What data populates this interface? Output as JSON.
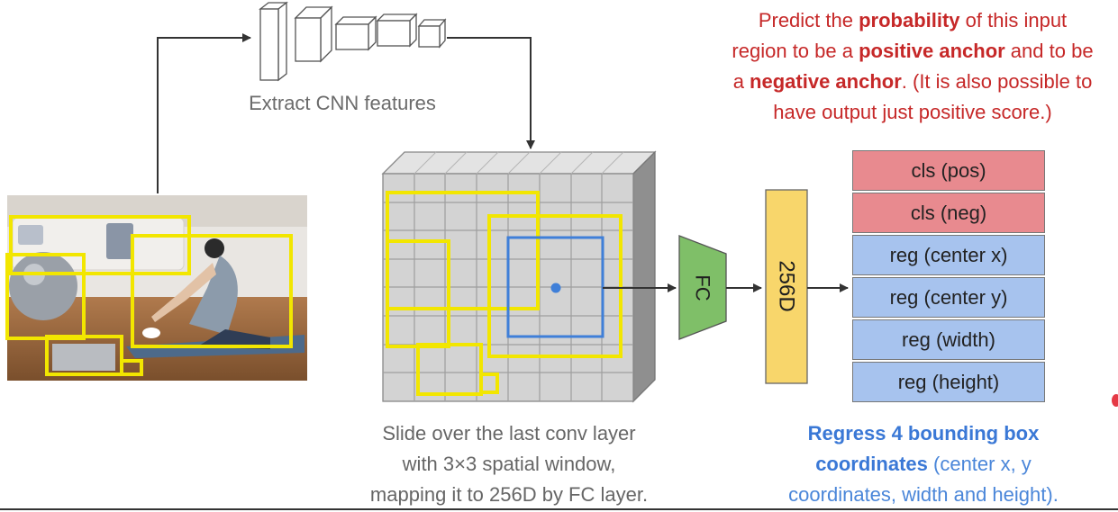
{
  "captions": {
    "extract": "Extract CNN features",
    "slide": [
      "Slide over the last conv layer",
      "with 3×3 spatial window,",
      "mapping it to 256D by FC layer."
    ]
  },
  "predict": {
    "line1_a": "Predict the ",
    "line1_b": "probability",
    "line1_c": " of this input",
    "line2_a": "region to be a ",
    "line2_b": "positive anchor",
    "line2_c": " and to be",
    "line3_a": "a ",
    "line3_b": "negative anchor",
    "line3_c": ". (It is also possible to",
    "line4": "have output just positive score.)"
  },
  "regress": {
    "line1_b": "Regress 4 bounding box",
    "line2_b": "coordinates",
    "line2_c": " (center x, y",
    "line3": "coordinates, width and height)."
  },
  "fc_label": "FC",
  "vector_label": "256D",
  "outputs": [
    {
      "label": "cls (pos)",
      "kind": "cls"
    },
    {
      "label": "cls (neg)",
      "kind": "cls"
    },
    {
      "label": "reg (center x)",
      "kind": "reg"
    },
    {
      "label": "reg (center y)",
      "kind": "reg"
    },
    {
      "label": "reg (width)",
      "kind": "reg"
    },
    {
      "label": "reg (height)",
      "kind": "reg"
    }
  ],
  "colors": {
    "anchor_box": "#f2e600",
    "sliding_window": "#3f7fd8",
    "fc": "#7fbf68",
    "vector": "#f8d66b",
    "cls": "#e88a8f",
    "reg": "#a7c3ee",
    "predict_text": "#c62828",
    "regress_text": "#4a86d9"
  }
}
